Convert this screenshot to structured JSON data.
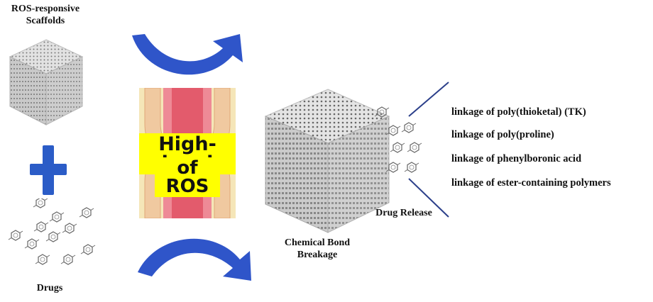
{
  "labels": {
    "scaffolds_line1": "ROS-responsive",
    "scaffolds_line2": "Scaffolds",
    "drugs": "Drugs",
    "ros_line1": "High-level",
    "ros_line2": "of ROS",
    "bond_line1": "Chemical Bond",
    "bond_line2": "Breakage",
    "release": "Drug Release"
  },
  "linkages": [
    "linkage of poly(thioketal) (TK)",
    "linkage of poly(proline)",
    "linkage of phenylboronic acid",
    "linkage of ester-containing polymers"
  ],
  "colors": {
    "arrow_blue": "#2f55c9",
    "plus_blue": "#2b5cc7",
    "ros_highlight": "#ffff00",
    "scaffold_gray": "#d4d4d4"
  }
}
